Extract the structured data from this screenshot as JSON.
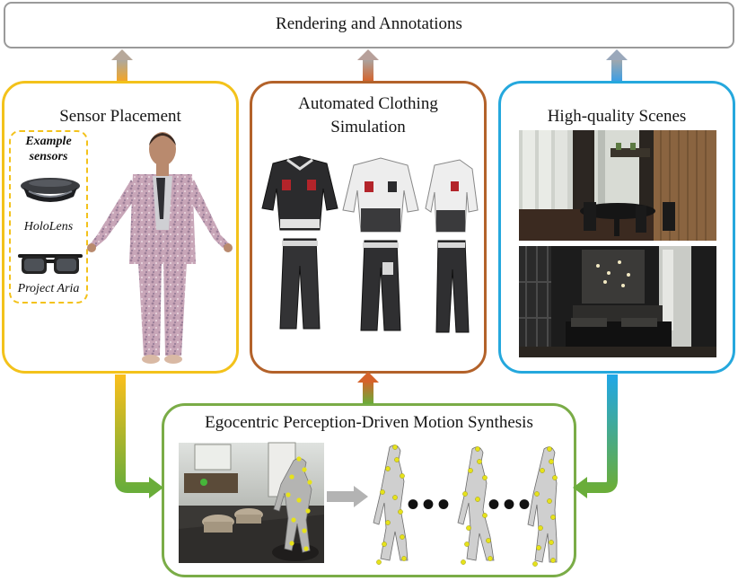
{
  "render": {
    "title": "Rendering and Annotations"
  },
  "sensor": {
    "title": "Sensor Placement",
    "example_heading": "Example sensors",
    "devices": [
      "HoloLens",
      "Project Aria"
    ]
  },
  "clothing": {
    "title_line1": "Automated Clothing",
    "title_line2": "Simulation"
  },
  "scenes": {
    "title": "High-quality Scenes"
  },
  "motion": {
    "title": "Egocentric Perception-Driven Motion Synthesis"
  },
  "colors": {
    "sensor_border": "#f3c21b",
    "clothing_border": "#b3622a",
    "scene_border": "#25a8dd",
    "motion_border": "#7aac47",
    "render_border": "#9a9a9a",
    "keypoint": "#e6e21b"
  }
}
